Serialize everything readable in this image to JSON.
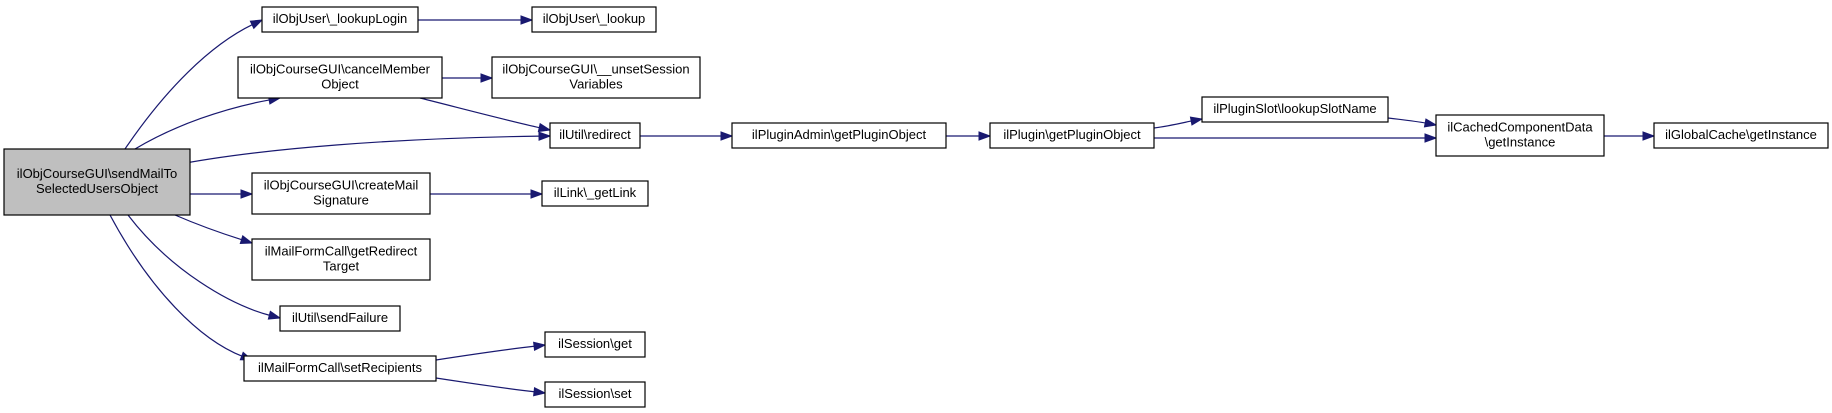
{
  "graph": {
    "root": "root",
    "nodes": [
      {
        "id": "root",
        "lines": [
          "ilObjCourseGUI\\sendMailTo",
          "SelectedUsersObject"
        ]
      },
      {
        "id": "lookupLogin",
        "lines": [
          "ilObjUser\\_lookupLogin"
        ]
      },
      {
        "id": "lookup",
        "lines": [
          "ilObjUser\\_lookup"
        ]
      },
      {
        "id": "cancelMember",
        "lines": [
          "ilObjCourseGUI\\cancelMember",
          "Object"
        ]
      },
      {
        "id": "unsetSession",
        "lines": [
          "ilObjCourseGUI\\__unsetSession",
          "Variables"
        ]
      },
      {
        "id": "redirect",
        "lines": [
          "ilUtil\\redirect"
        ]
      },
      {
        "id": "pluginAdmin",
        "lines": [
          "ilPluginAdmin\\getPluginObject"
        ]
      },
      {
        "id": "plugin",
        "lines": [
          "ilPlugin\\getPluginObject"
        ]
      },
      {
        "id": "slot",
        "lines": [
          "ilPluginSlot\\lookupSlotName"
        ]
      },
      {
        "id": "cached",
        "lines": [
          "ilCachedComponentData",
          "\\getInstance"
        ]
      },
      {
        "id": "globalCache",
        "lines": [
          "ilGlobalCache\\getInstance"
        ]
      },
      {
        "id": "createMail",
        "lines": [
          "ilObjCourseGUI\\createMail",
          "Signature"
        ]
      },
      {
        "id": "getLink",
        "lines": [
          "ilLink\\_getLink"
        ]
      },
      {
        "id": "redirectTarget",
        "lines": [
          "ilMailFormCall\\getRedirect",
          "Target"
        ]
      },
      {
        "id": "sendFailure",
        "lines": [
          "ilUtil\\sendFailure"
        ]
      },
      {
        "id": "setRecipients",
        "lines": [
          "ilMailFormCall\\setRecipients"
        ]
      },
      {
        "id": "sessionGet",
        "lines": [
          "ilSession\\get"
        ]
      },
      {
        "id": "sessionSet",
        "lines": [
          "ilSession\\set"
        ]
      }
    ],
    "edges": [
      [
        "root",
        "lookupLogin"
      ],
      [
        "root",
        "cancelMember"
      ],
      [
        "root",
        "redirect"
      ],
      [
        "root",
        "createMail"
      ],
      [
        "root",
        "redirectTarget"
      ],
      [
        "root",
        "sendFailure"
      ],
      [
        "root",
        "setRecipients"
      ],
      [
        "lookupLogin",
        "lookup"
      ],
      [
        "cancelMember",
        "unsetSession"
      ],
      [
        "cancelMember",
        "redirect"
      ],
      [
        "redirect",
        "pluginAdmin"
      ],
      [
        "pluginAdmin",
        "plugin"
      ],
      [
        "plugin",
        "slot"
      ],
      [
        "plugin",
        "cached"
      ],
      [
        "slot",
        "cached"
      ],
      [
        "cached",
        "globalCache"
      ],
      [
        "createMail",
        "getLink"
      ],
      [
        "setRecipients",
        "sessionGet"
      ],
      [
        "setRecipients",
        "sessionSet"
      ]
    ]
  }
}
